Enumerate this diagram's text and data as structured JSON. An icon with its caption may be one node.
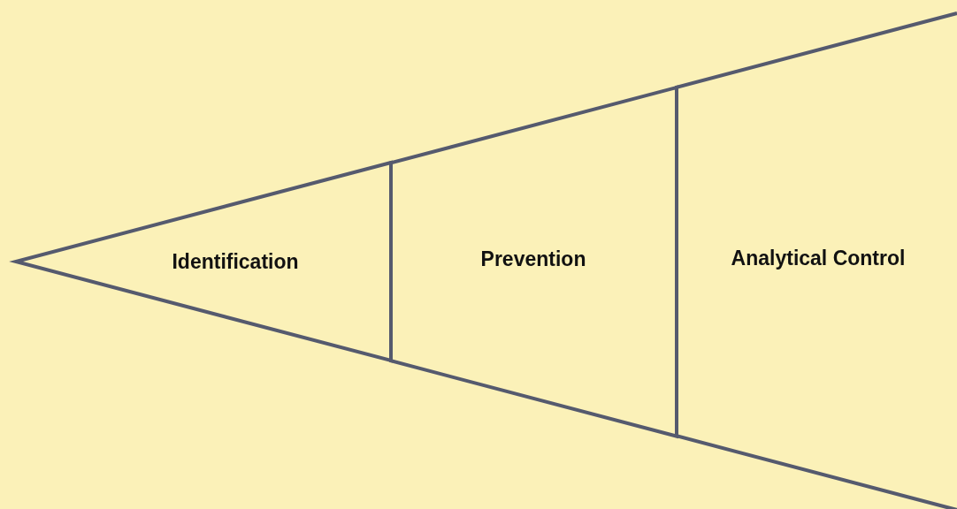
{
  "diagram": {
    "nodes": [
      {
        "text": [
          "Identification"
        ]
      },
      {
        "text": [
          "Prevention"
        ]
      },
      {
        "text": [
          "Analytical Control"
        ]
      }
    ]
  }
}
